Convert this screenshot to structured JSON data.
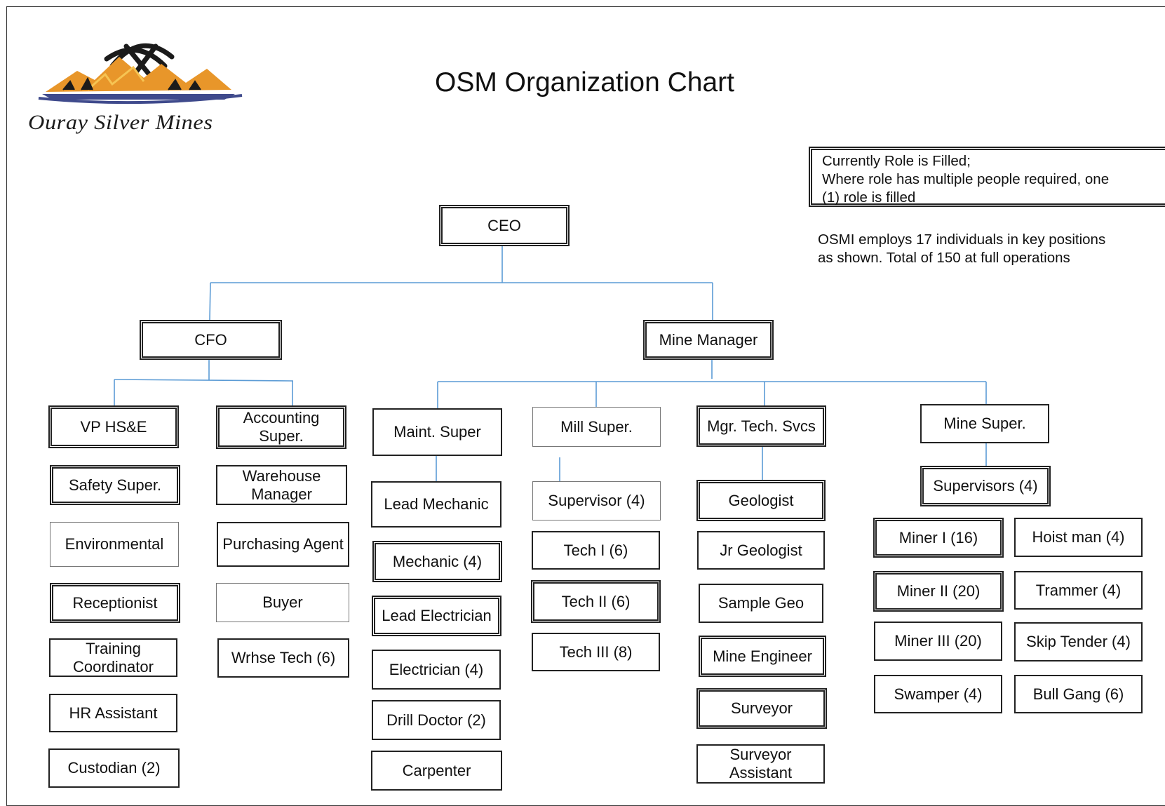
{
  "title": "OSM Organization Chart",
  "logo": {
    "name": "Ouray Silver Mines",
    "icon": "mountain-pickaxe-logo",
    "colors": {
      "sunset": "#e8962a",
      "mountain": "#3f4a8c",
      "dark": "#1b1b1b"
    }
  },
  "legend": {
    "line1": "Currently Role is Filled;",
    "line2": "Where role has multiple people required, one",
    "line3": "(1) role is filled"
  },
  "employ_note": {
    "line1": "OSMI employs 17 individuals in key positions",
    "line2": "as shown.  Total of 150 at full operations"
  },
  "connector_color": "#5b9bd5",
  "nodes": {
    "ceo": "CEO",
    "cfo": "CFO",
    "mine_manager": "Mine Manager",
    "vp_hse": "VP HS&E",
    "accounting_super": "Accounting Super.",
    "safety_super": "Safety Super.",
    "warehouse_manager": "Warehouse Manager",
    "environmental": "Environmental",
    "purchasing_agent": "Purchasing Agent",
    "receptionist": "Receptionist",
    "buyer": "Buyer",
    "training_coordinator": "Training Coordinator",
    "wrhse_tech": "Wrhse Tech (6)",
    "hr_assistant": "HR Assistant",
    "custodian": "Custodian (2)",
    "maint_super": "Maint. Super",
    "lead_mechanic": "Lead Mechanic",
    "mechanic": "Mechanic (4)",
    "lead_electrician": "Lead Electrician",
    "electrician": "Electrician (4)",
    "drill_doctor": "Drill Doctor (2)",
    "carpenter": "Carpenter",
    "mill_super": "Mill Super.",
    "supervisor_mill": "Supervisor (4)",
    "tech_1": "Tech I (6)",
    "tech_2": "Tech II (6)",
    "tech_3": "Tech III (8)",
    "mgr_tech_svcs": "Mgr. Tech. Svcs",
    "geologist": "Geologist",
    "jr_geologist": "Jr Geologist",
    "sample_geo": "Sample Geo",
    "mine_engineer": "Mine Engineer",
    "surveyor": "Surveyor",
    "surveyor_assistant": "Surveyor Assistant",
    "mine_super": "Mine Super.",
    "supervisors": "Supervisors (4)",
    "miner_1": "Miner I (16)",
    "hoist_man": "Hoist man (4)",
    "miner_2": "Miner II (20)",
    "trammer": "Trammer (4)",
    "miner_3": "Miner III (20)",
    "skip_tender": "Skip Tender (4)",
    "swamper": "Swamper (4)",
    "bull_gang": "Bull Gang (6)"
  }
}
